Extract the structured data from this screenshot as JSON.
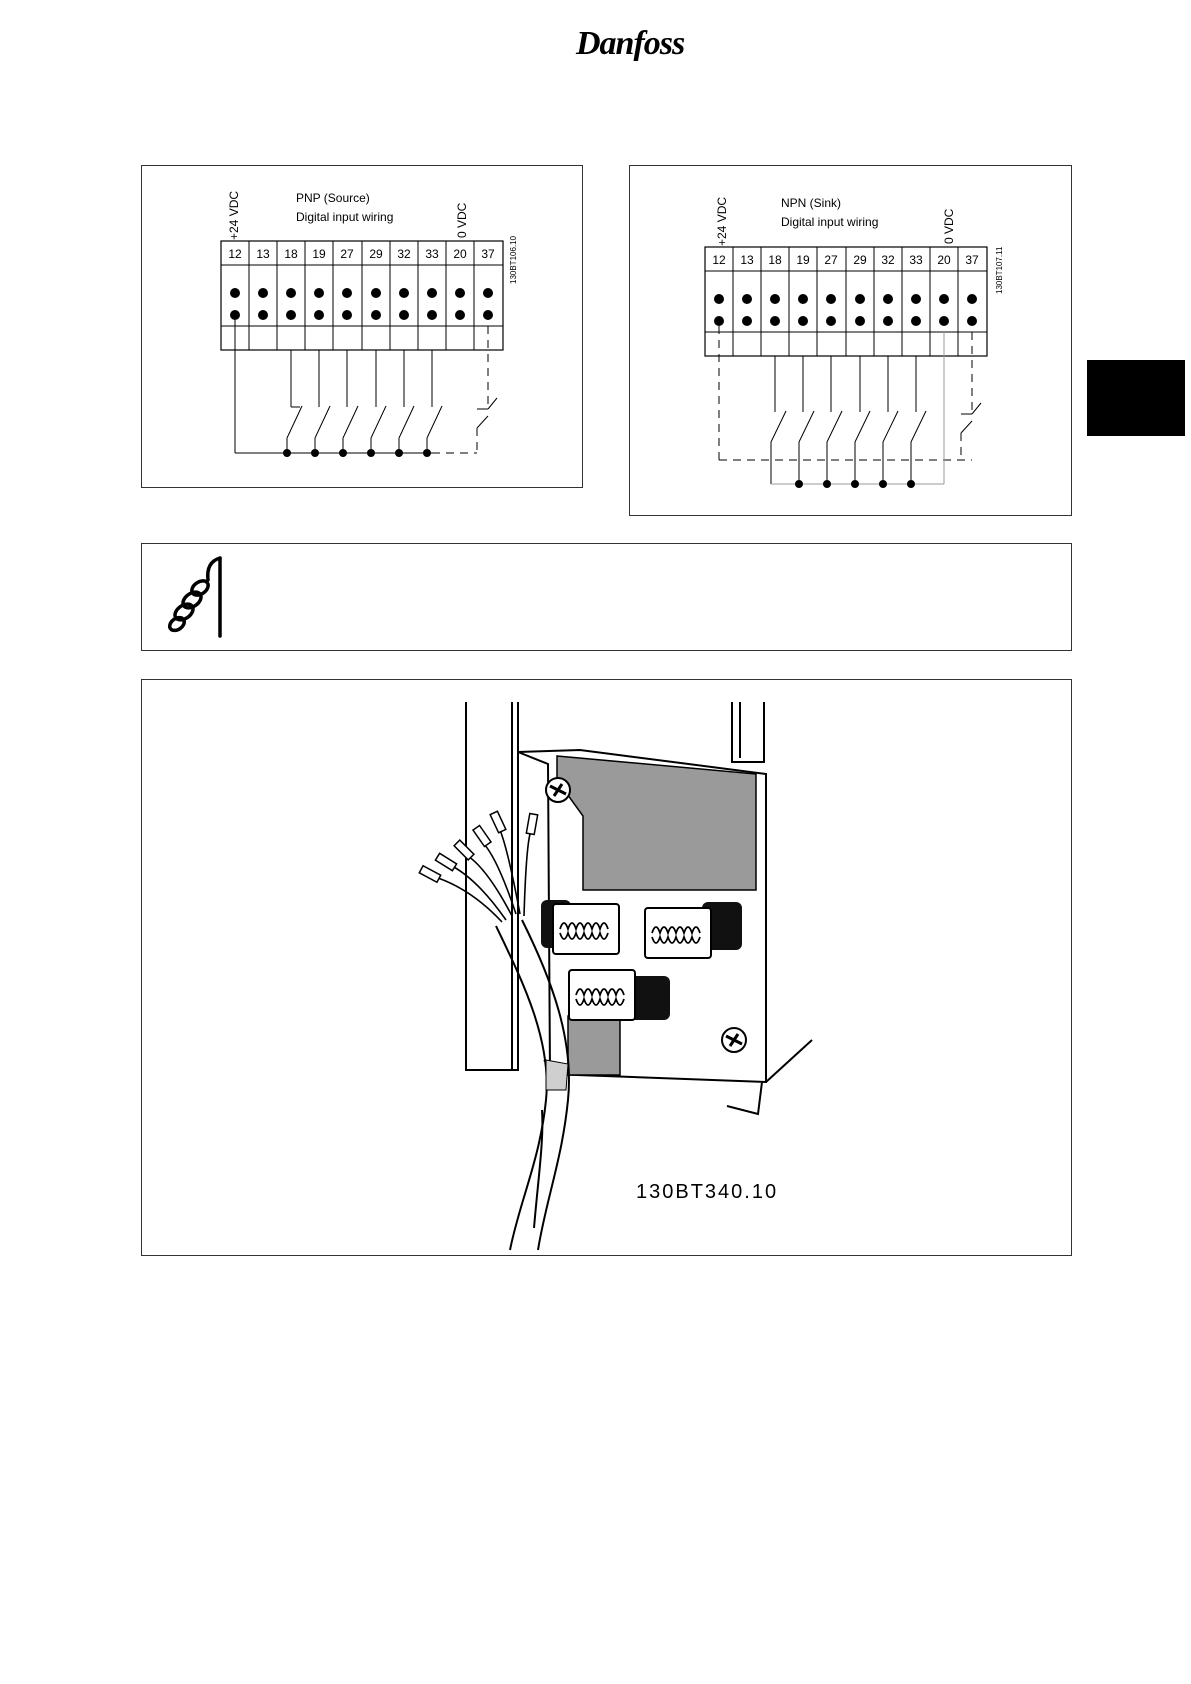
{
  "header": {
    "brand": "Danfoss"
  },
  "pnp_diagram": {
    "title_line1": "PNP (Source)",
    "title_line2": "Digital input wiring",
    "supply_label": "+24 VDC",
    "ground_label": "0 VDC",
    "terminals": [
      "12",
      "13",
      "18",
      "19",
      "27",
      "29",
      "32",
      "33",
      "20",
      "37"
    ],
    "figure_id": "130BT106.10"
  },
  "npn_diagram": {
    "title_line1": "NPN (Sink)",
    "title_line2": "Digital input wiring",
    "supply_label": "+24 VDC",
    "ground_label": "0 VDC",
    "terminals": [
      "12",
      "13",
      "18",
      "19",
      "27",
      "29",
      "32",
      "33",
      "20",
      "37"
    ],
    "figure_id": "130BT107.11"
  },
  "note": {
    "icon": "note-hand-icon"
  },
  "cable_figure": {
    "figure_id": "130BT340.10"
  },
  "colors": {
    "chapter_tab": "#000000",
    "panel_grey": "#9a9a9a"
  }
}
